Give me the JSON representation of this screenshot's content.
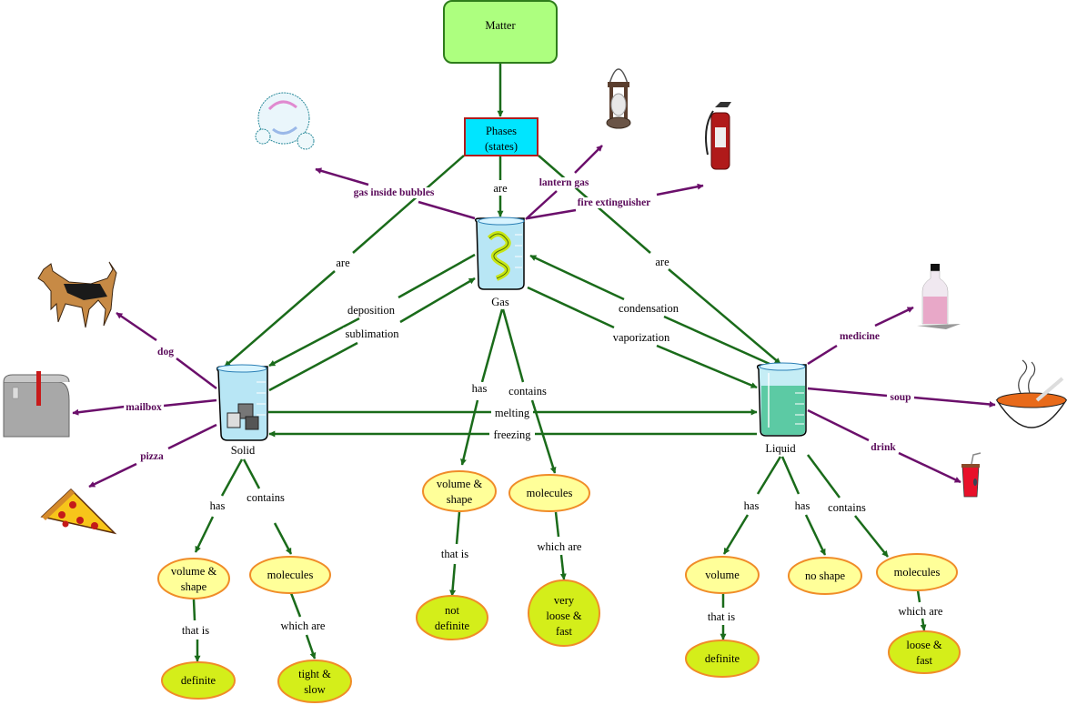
{
  "colors": {
    "green_line": "#1a6b1a",
    "purple_line": "#6b0f6b",
    "matter_fill": "#adff7f",
    "matter_border": "#2e7d1b",
    "phases_fill": "#00e5ff",
    "phases_border": "#b01c1c",
    "concept_fill": "#ffff99",
    "concept_border": "#f08c28",
    "leaf_fill": "#d4ee1a"
  },
  "nodes": {
    "matter": "Matter",
    "phases": [
      "Phases",
      "(states)"
    ],
    "gas": "Gas",
    "solid": "Solid",
    "liquid": "Liquid",
    "solid_has": [
      "volume &",
      "shape"
    ],
    "solid_has_leaf": [
      "definite"
    ],
    "solid_contains": [
      "molecules"
    ],
    "solid_contains_leaf": [
      "tight &",
      "slow"
    ],
    "gas_has": [
      "volume &",
      "shape"
    ],
    "gas_has_leaf": [
      "not",
      "definite"
    ],
    "gas_contains": [
      "molecules"
    ],
    "gas_contains_leaf": [
      "very",
      "loose &",
      "fast"
    ],
    "liquid_has1": [
      "volume"
    ],
    "liquid_has1_leaf": [
      "definite"
    ],
    "liquid_has2": [
      "no shape"
    ],
    "liquid_contains": [
      "molecules"
    ],
    "liquid_contains_leaf": [
      "loose &",
      "fast"
    ]
  },
  "links": {
    "are_center": "are",
    "are_left": "are",
    "are_right": "are",
    "deposition": "deposition",
    "sublimation": "sublimation",
    "condensation": "condensation",
    "vaporization": "vaporization",
    "melting": "melting",
    "freezing": "freezing",
    "solid_has": "has",
    "solid_contains": "contains",
    "solid_that_is": "that is",
    "solid_which_are": "which are",
    "gas_has": "has",
    "gas_contains": "contains",
    "gas_that_is": "that is",
    "gas_which_are": "which are",
    "liquid_has1": "has",
    "liquid_has2": "has",
    "liquid_contains": "contains",
    "liquid_that_is": "that is",
    "liquid_which_are": "which are"
  },
  "examples": {
    "bubbles": "gas inside bubbles",
    "lantern": "lantern gas",
    "extinguisher": "fire extinguisher",
    "dog": "dog",
    "mailbox": "mailbox",
    "pizza": "pizza",
    "medicine": "medicine",
    "soup": "soup",
    "drink": "drink"
  },
  "icons": {
    "bubbles": "bubbles-icon",
    "lantern": "lantern-icon",
    "extinguisher": "fire-extinguisher-icon",
    "dog": "dog-icon",
    "mailbox": "mailbox-icon",
    "pizza": "pizza-icon",
    "medicine": "medicine-bottle-icon",
    "soup": "soup-bowl-icon",
    "drink": "drink-cup-icon",
    "gas_beaker": "gas-beaker-icon",
    "solid_beaker": "solid-beaker-icon",
    "liquid_beaker": "liquid-beaker-icon"
  }
}
